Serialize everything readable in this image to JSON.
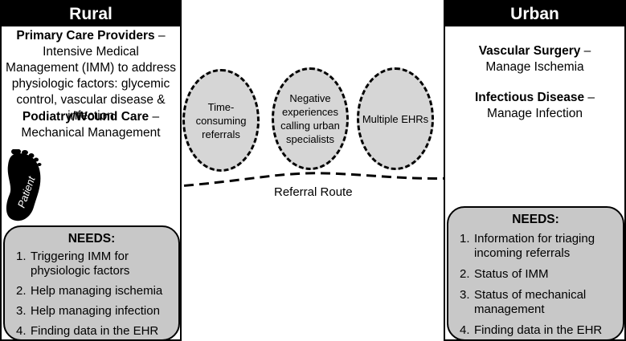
{
  "rural": {
    "title": "Rural",
    "primary_care_heading": "Primary Care Providers",
    "primary_care_desc": "Intensive Medical Management (IMM) to address physiologic factors: glycemic control, vascular disease & infection",
    "podiatry_heading": "Podiatry/Wound Care",
    "podiatry_desc": "Mechanical Management",
    "patient_label": "Patient",
    "needs": {
      "title": "NEEDS:",
      "items": [
        {
          "num": "1.",
          "text": "Triggering IMM for physiologic factors"
        },
        {
          "num": "2.",
          "text": "Help managing ischemia"
        },
        {
          "num": "3.",
          "text": "Help managing infection"
        },
        {
          "num": "4.",
          "text": "Finding data in the EHR"
        }
      ]
    }
  },
  "urban": {
    "title": "Urban",
    "vascular_heading": "Vascular Surgery",
    "vascular_desc": "Manage Ischemia",
    "infectious_heading": "Infectious Disease",
    "infectious_desc": "Manage Infection",
    "needs": {
      "title": "NEEDS:",
      "items": [
        {
          "num": "1.",
          "text": "Information for triaging incoming referrals"
        },
        {
          "num": "2.",
          "text": "Status of IMM"
        },
        {
          "num": "3.",
          "text": "Status of mechanical management"
        },
        {
          "num": "4.",
          "text": "Finding data in the EHR"
        }
      ]
    }
  },
  "barriers": [
    "Time-consuming referrals",
    "Negative experiences calling urban specialists",
    "Multiple EHRs"
  ],
  "route_label": "Referral Route",
  "colors": {
    "header_bg": "#000000",
    "needs_bg": "#c8c8c8",
    "barrier_bg": "#d6d6d6"
  },
  "icons": [
    "foot-icon",
    "footprint-icon"
  ]
}
